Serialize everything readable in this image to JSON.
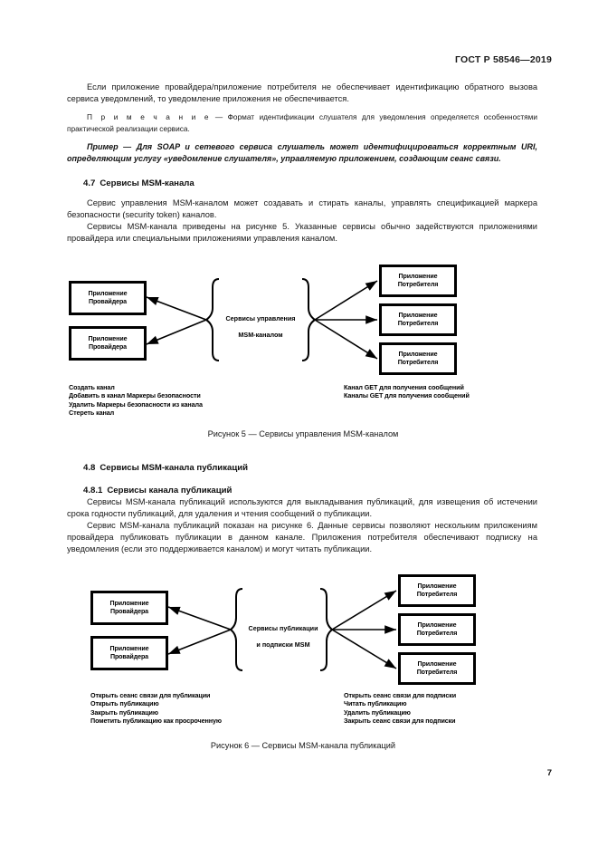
{
  "header": {
    "standard_title": "ГОСТ Р 58546—2019"
  },
  "body": {
    "paragraph_1": "Если приложение провайдера/приложение потребителя не обеспечивает идентификацию обратного вызова сервиса уведомлений, то уведомление приложения не обеспечивается.",
    "note_prefix": "П р и м е ч а н и е",
    "note_text": " — Формат идентификации слушателя для уведомления определяется особенностями практической реализации сервиса.",
    "example_text": "Пример — Для SOAP и сетевого сервиса слушатель может идентифицироваться корректным URI, определяющим услугу «уведомление слушателя», управляемую приложением, создающим сеанс связи.",
    "section_4_7_number": "4.7",
    "section_4_7_title": "Сервисы MSM-канала",
    "paragraph_2": "Сервис управления MSM-каналом может создавать и стирать каналы, управлять спецификацией маркера безопасности (security token) каналов.",
    "paragraph_3": "Сервисы MSM-канала приведены на рисунке 5. Указанные сервисы обычно задействуются приложениями провайдера или специальными приложениями управления каналом.",
    "section_4_8_number": "4.8",
    "section_4_8_title": "Сервисы MSM-канала публикаций",
    "section_4_8_1_number": "4.8.1",
    "section_4_8_1_title": "Сервисы канала публикаций",
    "paragraph_4": "Сервисы MSM-канала публикаций используются для выкладывания публикаций, для извещения об истечении срока годности публикаций, для удаления и чтения сообщений о публикации.",
    "paragraph_5": "Сервис MSM-канала публикаций показан на рисунке 6. Данные сервисы позволяют нескольким приложениям провайдера публиковать публикации в данном канале. Приложения потребителя обеспечивают подписку на уведомления (если это поддерживается каналом) и могут читать публикации."
  },
  "figure_5": {
    "caption": "Рисунок 5 — Сервисы управления MSM-каналом",
    "center_label": "Сервисы управления\nMSM-каналом",
    "provider_nodes": [
      {
        "label": "Приложение\nПровайдера"
      },
      {
        "label": "Приложение\nПровайдера"
      }
    ],
    "consumer_nodes": [
      {
        "label": "Приложение\nПотребителя"
      },
      {
        "label": "Приложение\nПотребителя"
      },
      {
        "label": "Приложение\nПотребителя"
      }
    ],
    "left_operations": "Создать канал\nДобавить в канал Маркеры безопасности\nУдалить Маркеры безопасности из канала\nСтереть канал",
    "right_operations": "Канал GET для получения сообщений\nКаналы GET для получения сообщений"
  },
  "figure_6": {
    "caption": "Рисунок 6 — Сервисы MSM-канала публикаций",
    "center_label": "Сервисы публикации\nи подписки MSM",
    "provider_nodes": [
      {
        "label": "Приложение\nПровайдера"
      },
      {
        "label": "Приложение\nПровайдера"
      }
    ],
    "consumer_nodes": [
      {
        "label": "Приложение\nПотребителя"
      },
      {
        "label": "Приложение\nПотребителя"
      },
      {
        "label": "Приложение\nПотребителя"
      }
    ],
    "left_operations": "Открыть сеанс связи для публикации\nОткрыть публикацию\nЗакрыть публикацию\nПометить публикацию как просроченную",
    "right_operations": "Открыть сеанс связи для подписки\nЧитать публикацию\nУдалить публикацию\nЗакрыть сеанс связи для подписки"
  },
  "footer": {
    "page_number": "7"
  }
}
